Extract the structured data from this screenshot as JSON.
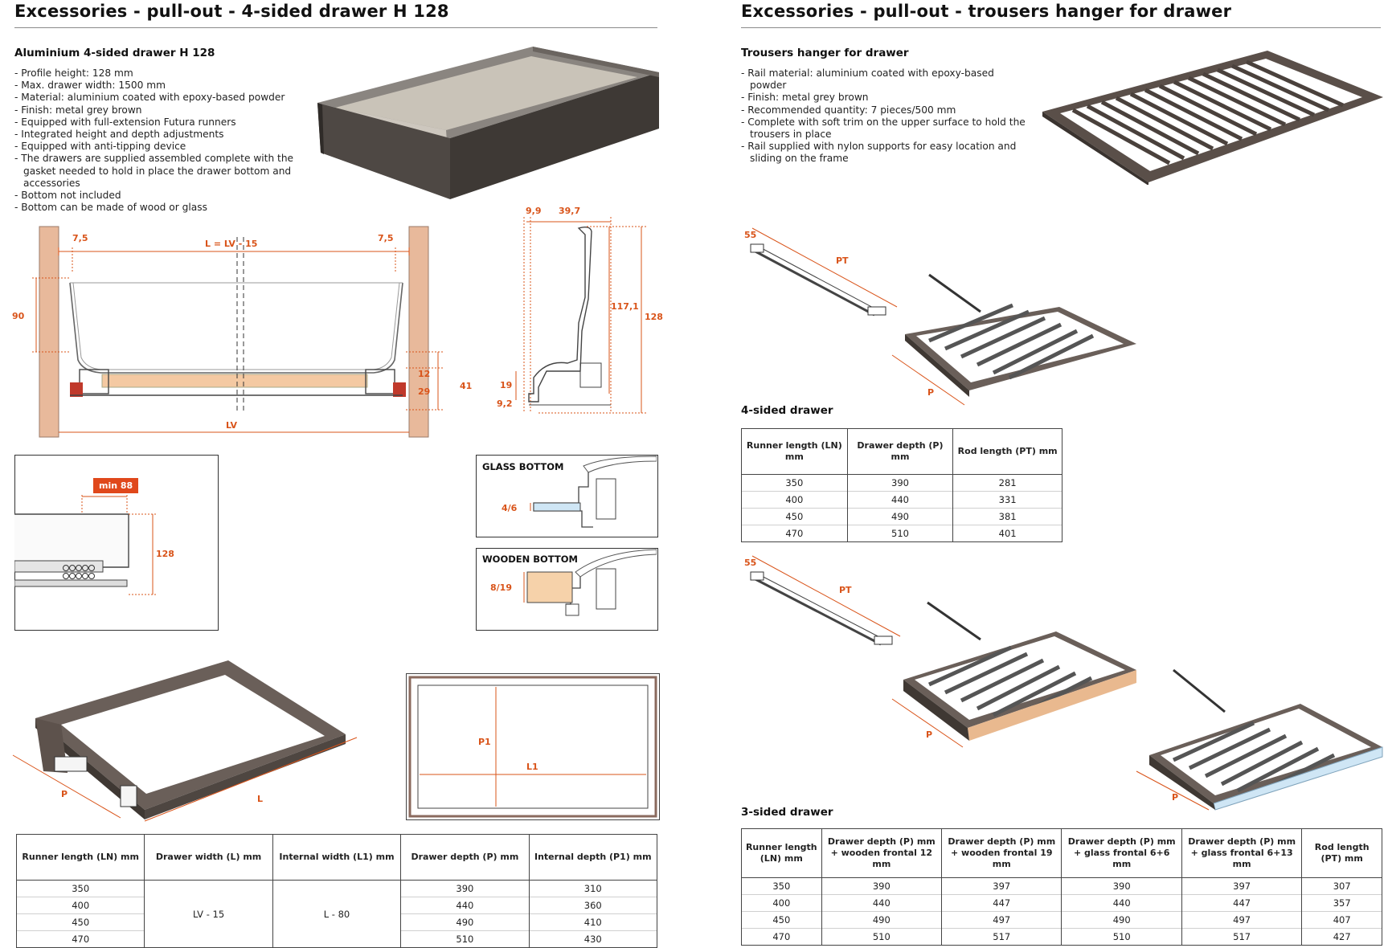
{
  "left": {
    "title": "Excessories - pull-out - 4-sided drawer H 128",
    "subtitle": "Aluminium 4-sided drawer H 128",
    "specs": [
      "Profile height: 128 mm",
      "Max. drawer width: 1500 mm",
      "Material: aluminium coated with epoxy-based powder",
      "Finish: metal grey brown",
      "Equipped with full-extension Futura runners",
      "Integrated height and depth adjustments",
      "Equipped with anti-tipping device",
      "The drawers are supplied assembled complete with the gasket needed to hold in place the drawer bottom and accessories",
      "Bottom not included",
      "Bottom can be made of wood or glass"
    ],
    "section_dims": {
      "side_gap_left": "7,5",
      "side_gap_right": "7,5",
      "inner_width": "L = LV - 15",
      "height_90": "90",
      "dim_12": "12",
      "dim_29": "29",
      "dim_41": "41",
      "lv": "LV"
    },
    "profile_dims": {
      "d_9_9": "9,9",
      "d_39_7": "39,7",
      "d_117_1": "117,1",
      "d_128": "128",
      "d_19": "19",
      "d_9_2": "9,2"
    },
    "min_badge": "min 88",
    "runner_height": "128",
    "glass_label": "GLASS BOTTOM",
    "glass_dim": "4/6",
    "wood_label": "WOODEN BOTTOM",
    "wood_dim": "8/19",
    "iso_p": "P",
    "iso_l": "L",
    "plan_p1": "P1",
    "plan_l1": "L1",
    "table": {
      "headers": [
        "Runner length (LN) mm",
        "Drawer width (L) mm",
        "Internal width (L1) mm",
        "Drawer depth (P) mm",
        "Internal depth (P1) mm"
      ],
      "width_value": "LV - 15",
      "internal_width_value": "L - 80",
      "rows": [
        {
          "runner": "350",
          "depth": "390",
          "internal_depth": "310"
        },
        {
          "runner": "400",
          "depth": "440",
          "internal_depth": "360"
        },
        {
          "runner": "450",
          "depth": "490",
          "internal_depth": "410"
        },
        {
          "runner": "470",
          "depth": "510",
          "internal_depth": "430"
        }
      ]
    }
  },
  "right": {
    "title": "Excessories - pull-out - trousers hanger for drawer",
    "subtitle": "Trousers hanger for drawer",
    "specs": [
      "Rail material: aluminium coated with epoxy-based powder",
      "Finish: metal grey brown",
      "Recommended quantity: 7 pieces/500 mm",
      "Complete with soft trim on the upper surface to hold the trousers in place",
      "Rail supplied with nylon supports for easy location and sliding on the frame"
    ],
    "rail_dim_55": "55",
    "rail_dim_pt": "PT",
    "drawer_p": "P",
    "four_sided_label": "4-sided drawer",
    "four_sided_table": {
      "headers": [
        "Runner length (LN) mm",
        "Drawer depth (P) mm",
        "Rod length (PT) mm"
      ],
      "rows": [
        [
          "350",
          "390",
          "281"
        ],
        [
          "400",
          "440",
          "331"
        ],
        [
          "450",
          "490",
          "381"
        ],
        [
          "470",
          "510",
          "401"
        ]
      ]
    },
    "three_sided_label": "3-sided drawer",
    "three_sided_table": {
      "headers": [
        "Runner length (LN) mm",
        "Drawer depth (P) mm + wooden frontal 12 mm",
        "Drawer depth (P) mm + wooden frontal 19 mm",
        "Drawer depth (P) mm + glass frontal 6+6 mm",
        "Drawer depth (P) mm + glass frontal 6+13 mm",
        "Rod length (PT) mm"
      ],
      "rows": [
        [
          "350",
          "390",
          "397",
          "390",
          "397",
          "307"
        ],
        [
          "400",
          "440",
          "447",
          "440",
          "447",
          "357"
        ],
        [
          "450",
          "490",
          "497",
          "490",
          "497",
          "407"
        ],
        [
          "470",
          "510",
          "517",
          "510",
          "517",
          "427"
        ]
      ]
    }
  },
  "colors": {
    "accent": "#d9541a",
    "frame_brown": "#5a4f49",
    "wood": "#e9b98f",
    "glass": "#cfe6f5"
  }
}
